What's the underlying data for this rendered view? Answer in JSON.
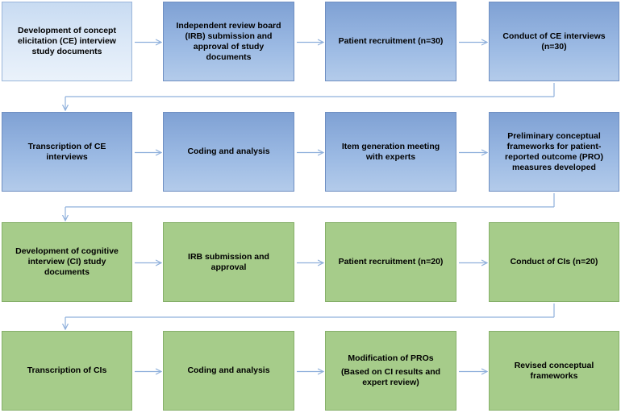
{
  "rows": [
    {
      "theme": "blue",
      "boxes": [
        {
          "text": "Development of concept elicitation (CE) interview study documents",
          "style": "blue-light"
        },
        {
          "text": "Independent review board (IRB) submission and approval of study documents",
          "style": "blue"
        },
        {
          "text": "Patient recruitment (n=30)",
          "style": "blue"
        },
        {
          "text": "Conduct of CE interviews (n=30)",
          "style": "blue"
        }
      ]
    },
    {
      "theme": "blue",
      "boxes": [
        {
          "text": "Transcription of CE interviews",
          "style": "blue"
        },
        {
          "text": "Coding and analysis",
          "style": "blue"
        },
        {
          "text": "Item generation meeting with experts",
          "style": "blue"
        },
        {
          "text": "Preliminary conceptual frameworks for patient-reported outcome (PRO) measures developed",
          "style": "blue"
        }
      ]
    },
    {
      "theme": "green",
      "boxes": [
        {
          "text": "Development of cognitive interview (CI) study documents",
          "style": "green"
        },
        {
          "text": "IRB submission and approval",
          "style": "green"
        },
        {
          "text": "Patient recruitment (n=20)",
          "style": "green"
        },
        {
          "text": "Conduct of CIs (n=20)",
          "style": "green"
        }
      ]
    },
    {
      "theme": "green",
      "boxes": [
        {
          "text": "Transcription of CIs",
          "style": "green"
        },
        {
          "text": "Coding and analysis",
          "style": "green"
        },
        {
          "text": "Modification of PROs",
          "text2": "(Based on CI results and expert review)",
          "style": "green"
        },
        {
          "text": "Revised conceptual frameworks",
          "style": "green"
        }
      ]
    }
  ],
  "colors": {
    "arrow": "#8fb0dc",
    "blue": "#9dbbe4",
    "blue_light": "#dbe8f7",
    "green": "#a6cc8a"
  }
}
